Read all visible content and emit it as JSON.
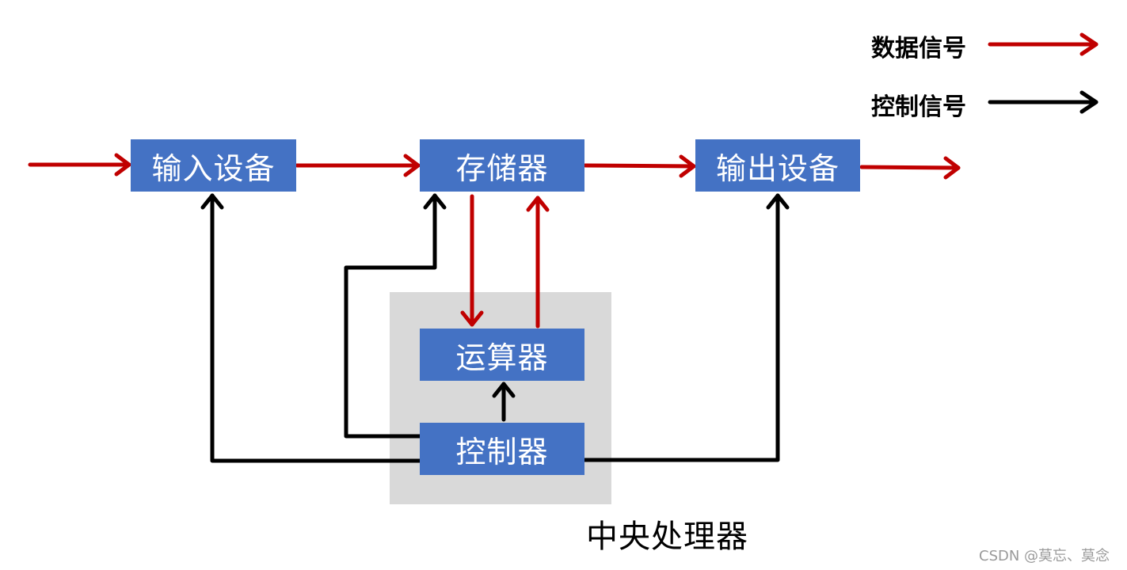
{
  "legend": {
    "data_signal": "数据信号",
    "control_signal": "控制信号"
  },
  "blocks": {
    "input": "输入设备",
    "memory": "存储器",
    "output": "输出设备",
    "alu": "运算器",
    "controller": "控制器"
  },
  "cpu_label": "中央处理器",
  "watermark": "CSDN @莫忘、莫念",
  "colors": {
    "block_fill": "#4472c4",
    "block_text": "#ffffff",
    "cpu_region": "#d9d9d9",
    "data_signal": "#c00000",
    "control_signal": "#000000"
  }
}
